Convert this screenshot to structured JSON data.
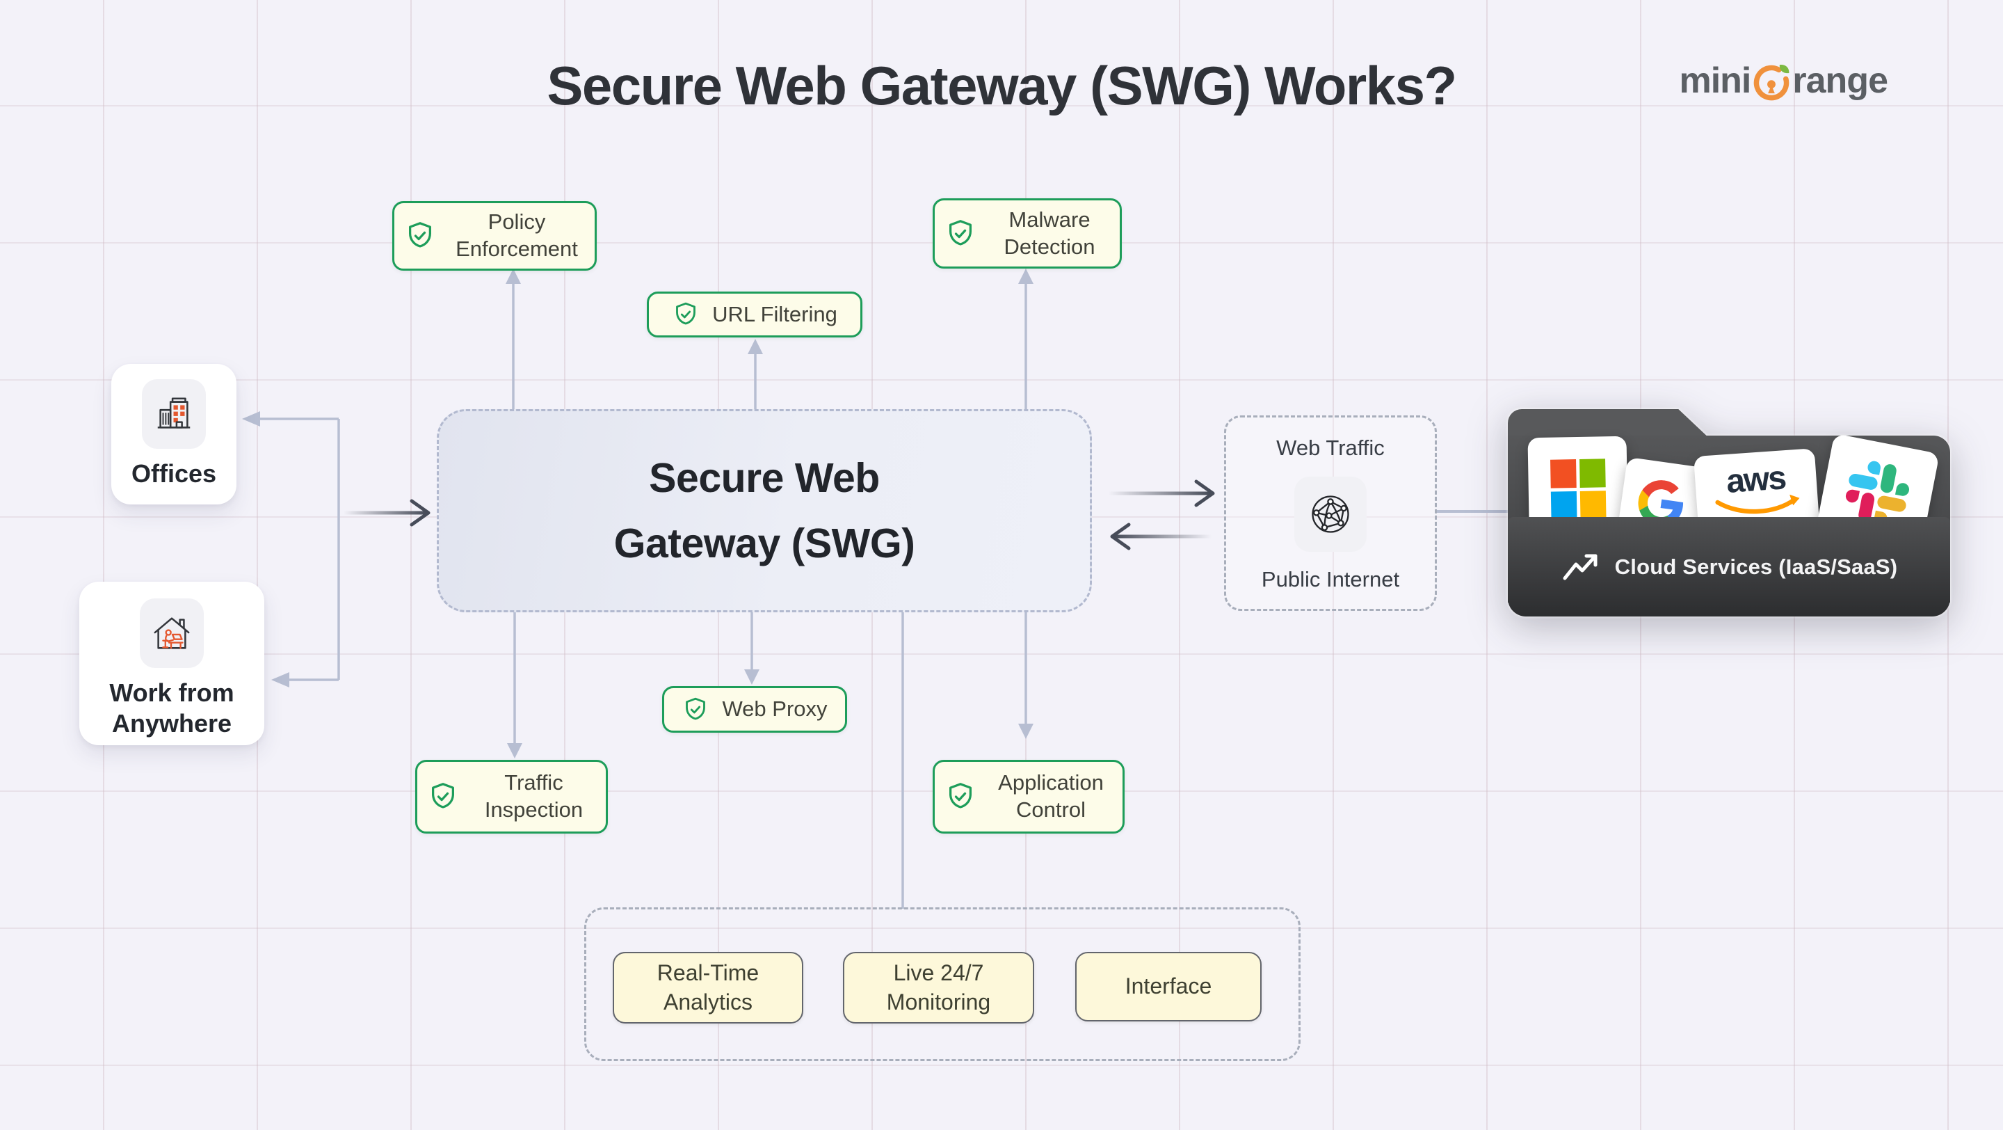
{
  "title": "Secure Web Gateway (SWG) Works?",
  "brand": {
    "prefix": "mini",
    "suffix": "range"
  },
  "gateway": {
    "line1": "Secure Web",
    "line2": "Gateway (SWG)"
  },
  "features": [
    {
      "label": "Policy Enforcement"
    },
    {
      "label": "URL Filtering"
    },
    {
      "label": "Malware Detection"
    },
    {
      "label": "Web Proxy"
    },
    {
      "label": "Traffic Inspection"
    },
    {
      "label": "Application Control"
    }
  ],
  "sources": [
    {
      "label": "Offices"
    },
    {
      "label": "Work from Anywhere"
    }
  ],
  "internet": {
    "title": "Web Traffic",
    "subtitle": "Public Internet"
  },
  "cloud": {
    "label": "Cloud Services (IaaS/SaaS)",
    "aws_wordmark": "aws",
    "providers": [
      "Microsoft",
      "Google",
      "AWS",
      "Slack"
    ]
  },
  "operations": [
    {
      "label": "Real-Time Analytics"
    },
    {
      "label": "Live 24/7 Monitoring"
    },
    {
      "label": "Interface"
    }
  ],
  "colors": {
    "badge_green": "#1d9d5a",
    "badge_bg": "#fdfce9",
    "arrow_light": "#b7bed2",
    "arrow_dark": "#474c59",
    "accent_orange": "#e4572e",
    "brand_orange": "#f0913c",
    "aws_orange": "#ff9900",
    "folder_dark": "#3a3b3d",
    "ms_red": "#f25022",
    "ms_green": "#7fba00",
    "ms_blue": "#00a4ef",
    "ms_yellow": "#ffb900",
    "slack_blue": "#36c5f0",
    "slack_green": "#2eb67d",
    "slack_yellow": "#ecb22e",
    "slack_red": "#e01e5a"
  }
}
